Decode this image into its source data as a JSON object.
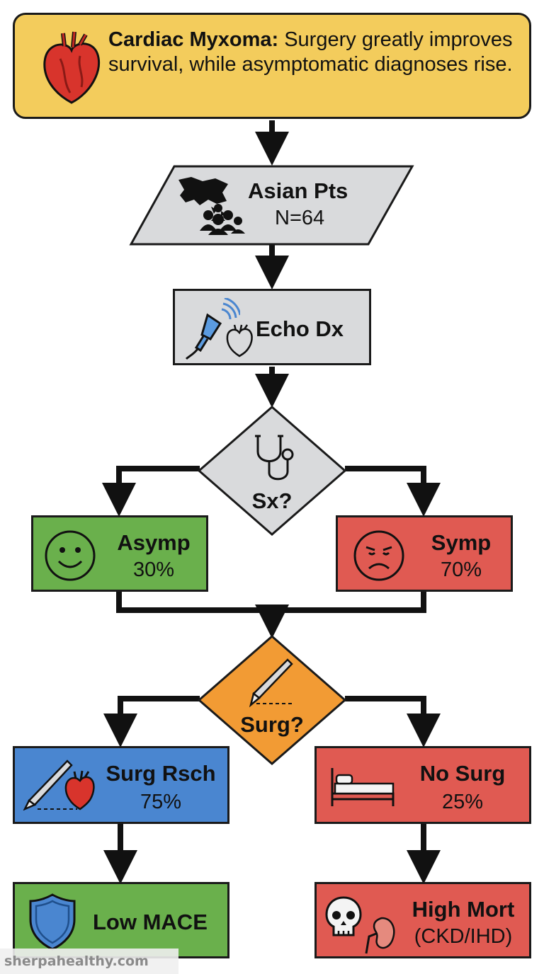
{
  "title": {
    "bold": "Cardiac Myxoma:",
    "text": " Surgery greatly improves survival, while asymptomatic diagnoses rise.",
    "icon": "anatomical-heart-icon",
    "fill": "#f3cc5c"
  },
  "population": {
    "label": "Asian Pts",
    "value": "N=64",
    "icons": [
      "asia-map-icon",
      "people-group-icon"
    ],
    "fill": "#d9dadc"
  },
  "diagnosis": {
    "label": "Echo Dx",
    "icons": [
      "ultrasound-probe-icon",
      "heart-outline-icon"
    ],
    "fill": "#d9dadc"
  },
  "symptom_decision": {
    "label": "Sx?",
    "icon": "stethoscope-icon",
    "fill": "#d9dadc"
  },
  "asymptomatic": {
    "label": "Asymp",
    "value": "30%",
    "percent": 30,
    "icon": "smiley-face-icon",
    "fill": "#6ab04c"
  },
  "symptomatic": {
    "label": "Symp",
    "value": "70%",
    "percent": 70,
    "icon": "sad-face-icon",
    "fill": "#e05a52"
  },
  "surgery_decision": {
    "label": "Surg?",
    "icon": "scalpel-icon",
    "fill": "#f29b34"
  },
  "surgical_resection": {
    "label": "Surg Rsch",
    "value": "75%",
    "percent": 75,
    "icons": [
      "scalpel-icon",
      "heart-icon"
    ],
    "fill": "#4a86d0"
  },
  "no_surgery": {
    "label": "No Surg",
    "value": "25%",
    "percent": 25,
    "icon": "hospital-bed-icon",
    "fill": "#e05a52"
  },
  "low_mace": {
    "label": "Low MACE",
    "icon": "shield-icon",
    "fill": "#6ab04c"
  },
  "high_mortality": {
    "label": "High Mort",
    "value": "(CKD/IHD)",
    "icons": [
      "skull-icon",
      "kidney-icon"
    ],
    "fill": "#e05a52"
  },
  "watermark": "sherpahealthy.com"
}
